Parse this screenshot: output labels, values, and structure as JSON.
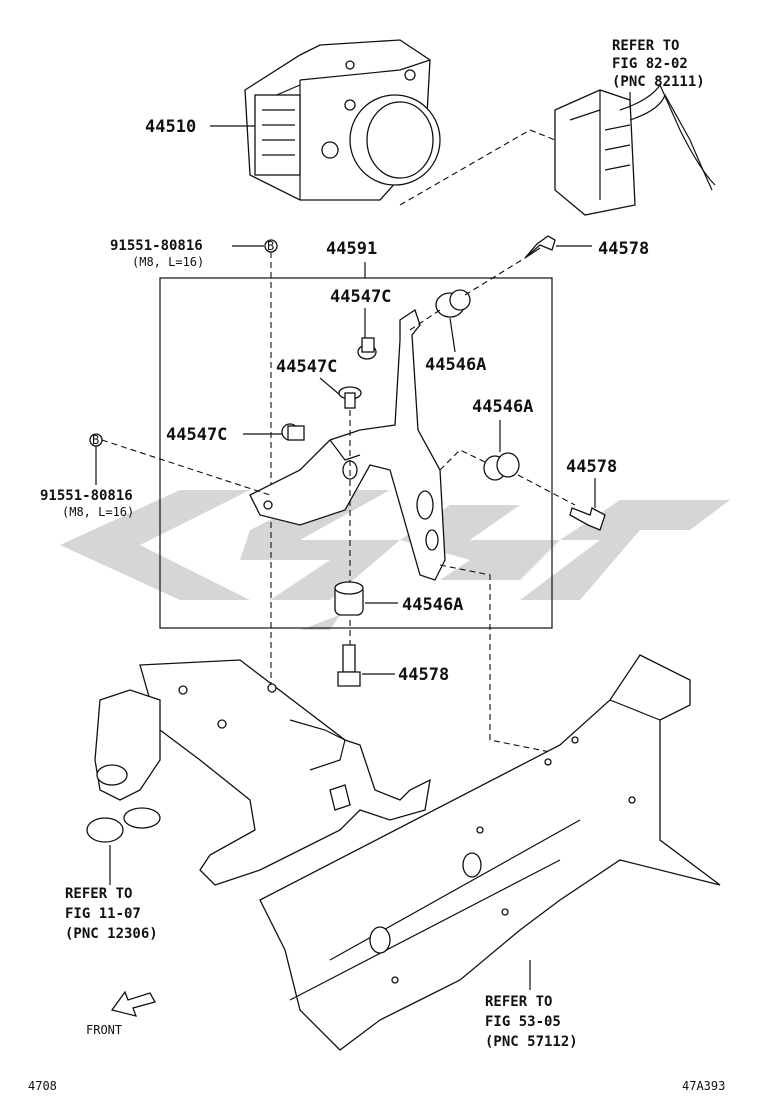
{
  "labels": {
    "p44510": "44510",
    "p44591": "44591",
    "p44578_a": "44578",
    "p44578_b": "44578",
    "p44578_c": "44578",
    "p44547c_a": "44547C",
    "p44547c_b": "44547C",
    "p44547c_c": "44547C",
    "p44546a_a": "44546A",
    "p44546a_b": "44546A",
    "p44546a_c": "44546A",
    "bolt_a": "91551-80816",
    "bolt_a_spec": "(M8, L=16)",
    "bolt_b": "91551-80816",
    "bolt_b_spec": "(M8, L=16)",
    "marker": "B",
    "front": "FRONT",
    "ref82_1": "REFER TO",
    "ref82_2": "FIG 82-02",
    "ref82_3": "(PNC 82111)",
    "ref11_1": "REFER TO",
    "ref11_2": "FIG 11-07",
    "ref11_3": "(PNC 12306)",
    "ref53_1": "REFER TO",
    "ref53_2": "FIG 53-05",
    "ref53_3": "(PNC 57112)",
    "code_left": "4708",
    "code_right": "47A393"
  }
}
